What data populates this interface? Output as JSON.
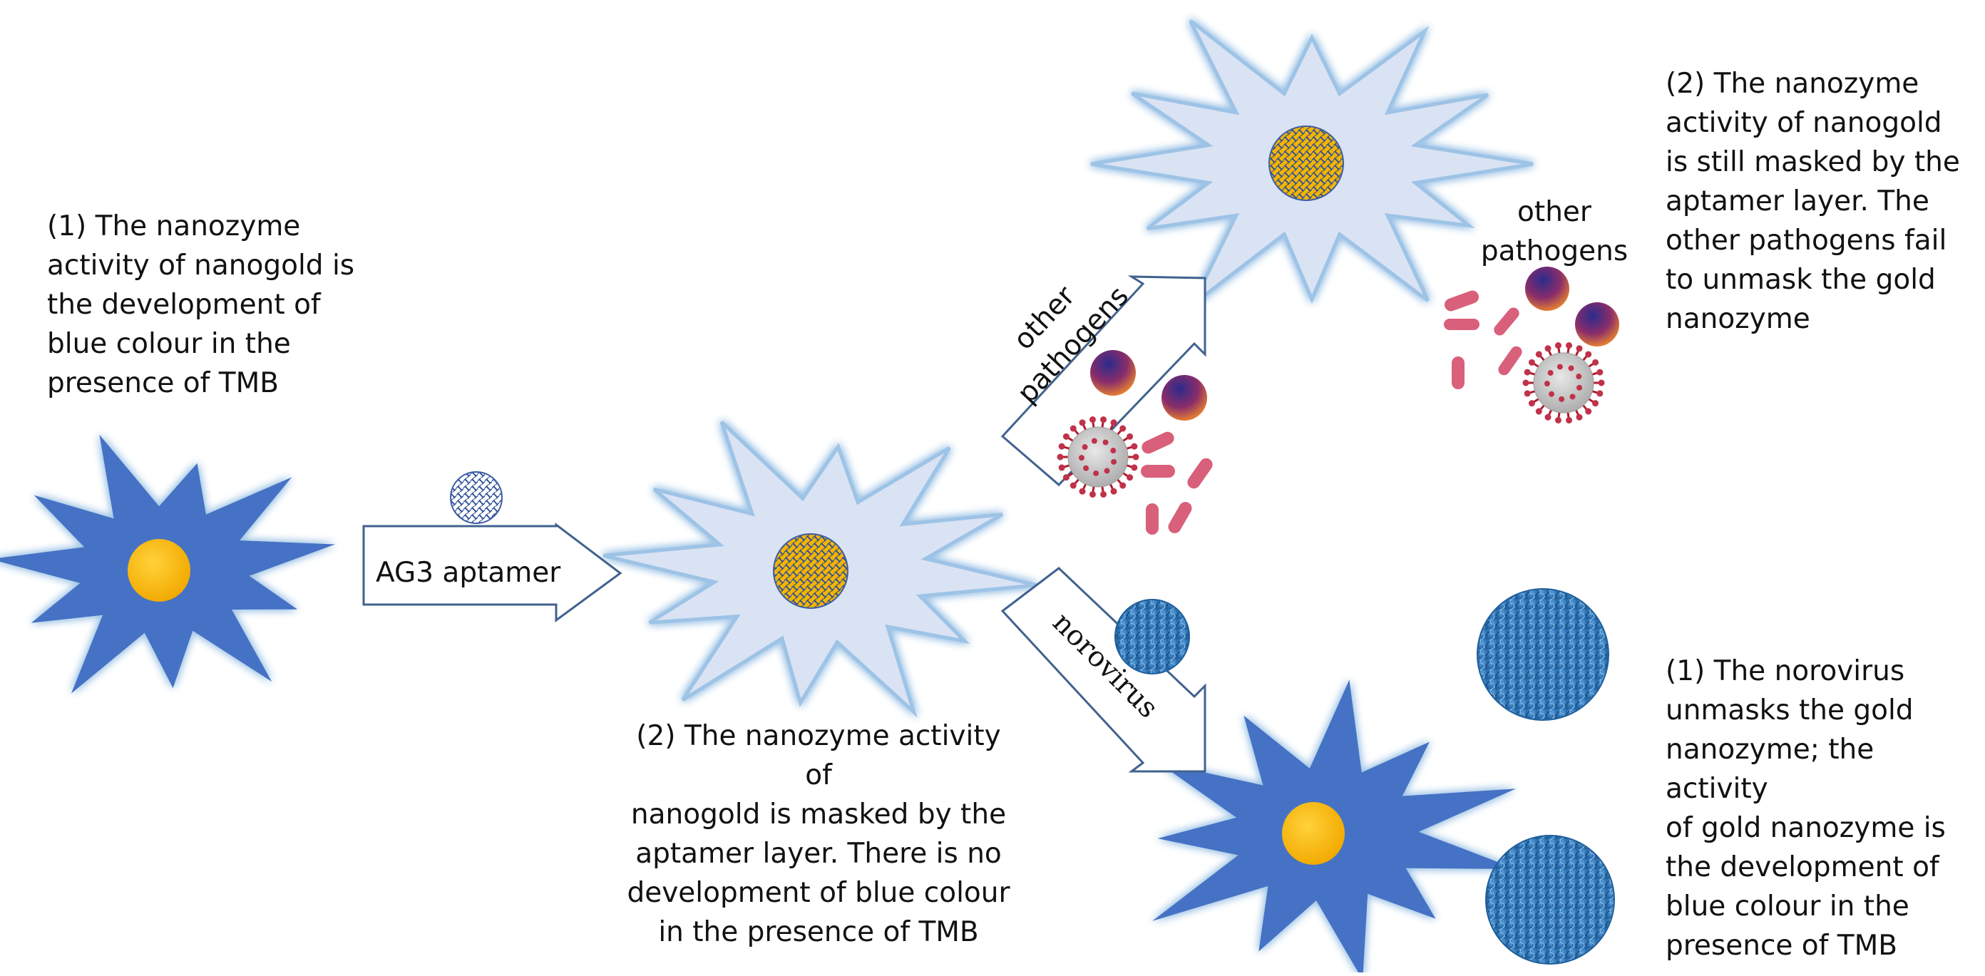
{
  "texts": {
    "step1_left": "(1) The nanozyme\nactivity of nanogold is\nthe development of\nblue colour in the\npresence of TMB",
    "aptamer_arrow": "AG3 aptamer",
    "step2_middle": "(2) The nanozyme activity of\nnanogold is masked by the\naptamer layer. There is no\ndevelopment of blue colour\nin the presence of TMB",
    "arrow_other_pathogens": "other\npathogens",
    "arrow_norovirus": "norovirus",
    "other_pathogens_label": "other\npathogens",
    "step2_right": "(2) The nanozyme\nactivity of nanogold\nis still masked by the\naptamer layer. The\nother pathogens fail\nto unmask the gold\nnanozyme",
    "step1_right": "(1) The norovirus\nunmasks the gold\nnanozyme; the activity\nof gold nanozyme is\nthe development of\nblue colour in the\npresence of TMB"
  },
  "colors": {
    "active_star": "#4472c4",
    "masked_star": "#dae3f3",
    "glow": "#9dc3e6",
    "gold": "#ffc000",
    "arrow_stroke": "#41628e",
    "pathogen_red": "#c0324a",
    "rod_pink": "#d9607a",
    "norovirus_blue": "#2e75b6"
  },
  "icons": {
    "active_nanozyme": "blue-star-gold-core",
    "masked_nanozyme": "pale-star-aptamer-coated-core",
    "aptamer": "aptamer-coil-ball",
    "norovirus": "norovirus-particle",
    "coronavirus": "spiked-virus",
    "bacteria": "rod-bacteria",
    "sphere": "gradient-sphere"
  }
}
